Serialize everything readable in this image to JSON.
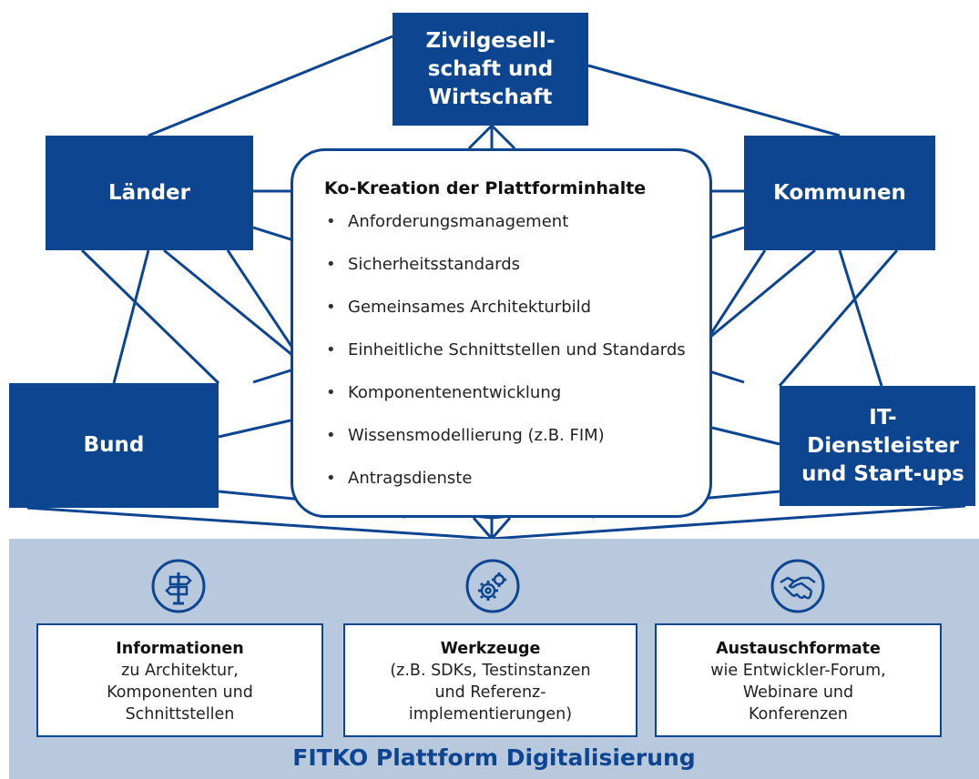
{
  "colors": {
    "primary": "#0d4591",
    "platform_bg": "#b9c9dd",
    "card_bg": "#ffffff"
  },
  "stakeholders": {
    "top": "Zivilgesell-\nschaft und\nWirtschaft",
    "laender": "Länder",
    "kommunen": "Kommunen",
    "bund": "Bund",
    "it": "IT-Dienstleister\nund Start-ups"
  },
  "cocreation": {
    "title": "Ko-Kreation der Plattforminhalte",
    "items": [
      "Anforderungsmanagement",
      "Sicherheitsstandards",
      "Gemeinsames Architekturbild",
      "Einheitliche Schnittstellen und Standards",
      "Komponentenentwicklung",
      "Wissensmodellierung (z.B. FIM)",
      "Antragsdienste"
    ]
  },
  "platform": {
    "title": "FITKO Plattform Digitalisierung",
    "cards": [
      {
        "title": "Informationen",
        "body": "zu Architektur,\nKomponenten und\nSchnittstellen",
        "icon": "signpost-icon"
      },
      {
        "title": "Werkzeuge",
        "body": "(z.B. SDKs, Testinstanzen\nund Referenz-\nimplementierungen)",
        "icon": "gears-icon"
      },
      {
        "title": "Austauschformate",
        "body": "wie Entwickler-Forum,\nWebinare und\nKonferenzen",
        "icon": "handshake-icon"
      }
    ]
  }
}
